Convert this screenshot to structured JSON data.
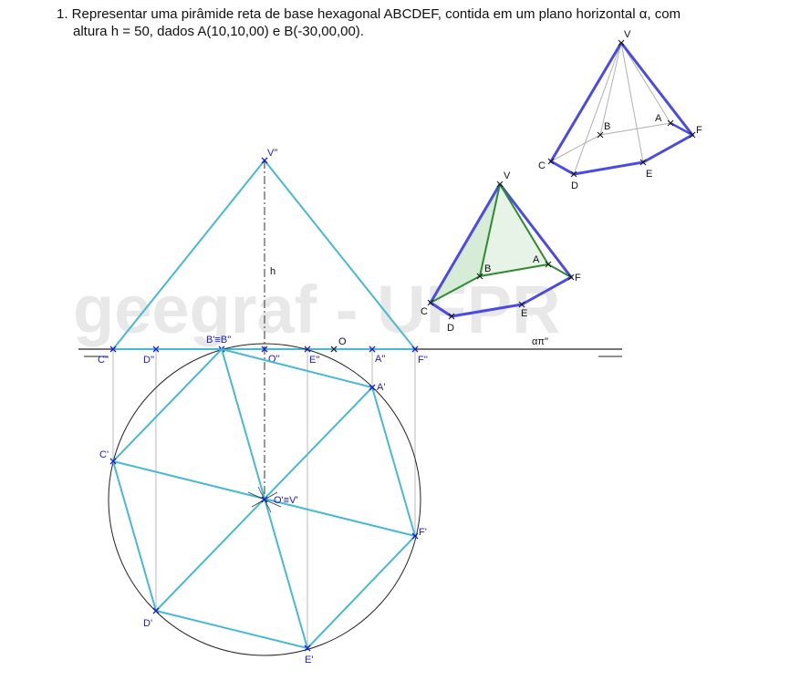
{
  "statement": {
    "line1": "1. Representar uma pirâmide reta de base hexagonal ABCDEF, contida em um plano horizontal α, com",
    "line2": "altura h = 50, dados A(10,10,00) e B(-30,00,00)."
  },
  "watermark": "geegraf - UFPR",
  "elevation_labels": {
    "v": "V''",
    "c": "C''",
    "d": "D''",
    "b": "B'≡B''",
    "o": "O''",
    "o_plain": "O",
    "e": "E''",
    "a": "A''",
    "f": "F''",
    "h": "h",
    "plane": "απ''"
  },
  "plan_labels": {
    "a": "A'",
    "c": "C'",
    "ov": "O'≡V'",
    "f": "F'",
    "d": "D'",
    "e": "E'"
  },
  "iso_small": {
    "v": "V",
    "b": "B",
    "a": "A",
    "c": "C",
    "f": "F",
    "d": "D",
    "e": "E"
  },
  "iso_wire": {
    "v": "V",
    "b": "B",
    "a": "A",
    "c": "C",
    "f": "F",
    "d": "D",
    "e": "E"
  },
  "colors": {
    "construction": "#45b9d6",
    "pyramid_outline": "#4a4ae6",
    "inner_edges": "#2e8b2e",
    "face_fill": "#d6ecd6",
    "label_blue": "#1a1ad6"
  }
}
